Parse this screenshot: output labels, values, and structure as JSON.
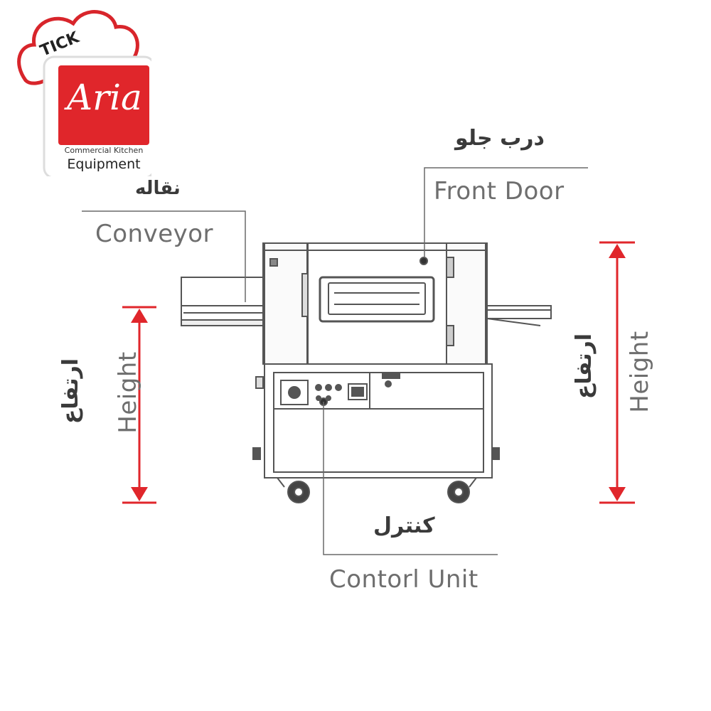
{
  "logo": {
    "tick": "TICK",
    "brand": "Aria",
    "line1": "Commercial Kitchen",
    "line2": "Equipment"
  },
  "labels": {
    "conveyor_fa": "نقاله",
    "conveyor_en": "Conveyor",
    "front_door_fa": "درب جلو",
    "front_door_en": "Front Door",
    "height_left_fa": "ارتفاع",
    "height_left_en": "Height",
    "height_right_fa": "ارتفاع",
    "height_right_en": "Height",
    "control_fa": "کنترل",
    "control_en": "Contorl Unit"
  },
  "colors": {
    "accent": "#e0262b",
    "line": "#555555",
    "text": "#6e6e6e"
  }
}
